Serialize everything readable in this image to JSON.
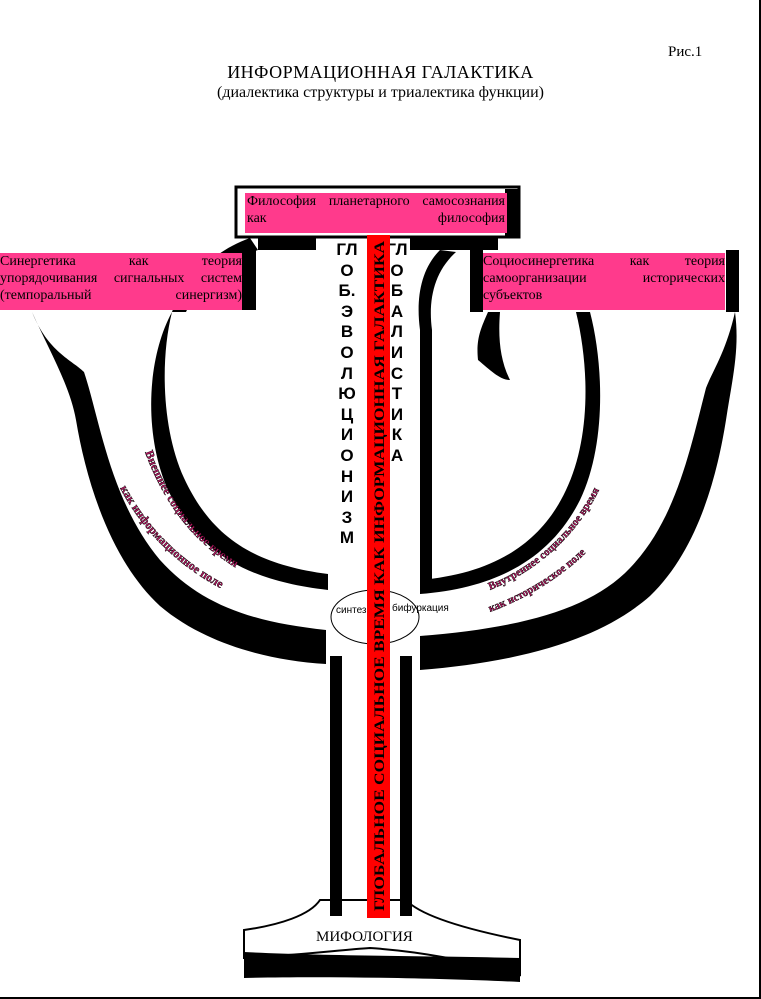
{
  "figure_label": "Рис.1",
  "title": "ИНФОРМАЦИОННАЯ ГАЛАКТИКА",
  "subtitle": "(диалектика структуры и триалектика функции)",
  "boxes": {
    "top": "Философия планетарного самосознания как философия",
    "left": "Синергетика как теория упорядочивания сигнальных систем (темпоральный синергизм)",
    "right": "Социосинергетика как теория самоорганизации исторических субъектов"
  },
  "columns": {
    "left": "ГЛОБ.ЭВОЛЮЦИОНИЗМ",
    "right": "ГЛОБАЛИСТИКА",
    "center": "ГЛОБАЛЬНОЕ СОЦИАЛЬНОЕ ВРЕМЯ КАК ИНФОРМАЦИОННАЯ ГАЛАКТИКА"
  },
  "arcs": {
    "left_line1": "Внешнее социальное время",
    "left_line2": "как информационное поле",
    "right_line1": "Внутреннее социальное время",
    "right_line2": "как историческое поле"
  },
  "node": {
    "left": "синтез",
    "right": "бифуркация"
  },
  "base": "МИФОЛОГИЯ",
  "colors": {
    "highlight": "#ff3a8c",
    "bar": "#ff0000",
    "arc_text": "#b0155e",
    "shape": "#000000"
  }
}
